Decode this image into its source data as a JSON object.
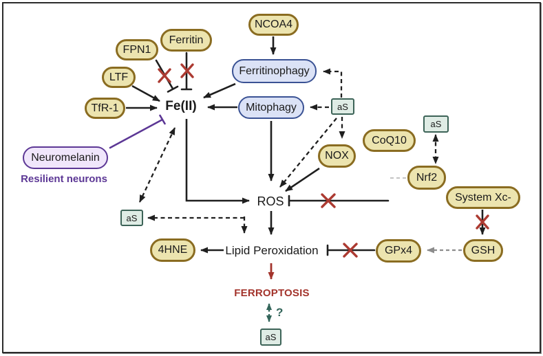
{
  "diagram": {
    "description": "Ferroptosis pathway diagram with iron regulation, ROS and lipid peroxidation",
    "nodes": {
      "ncoa4": {
        "label": "NCOA4",
        "kind": "protein-tan"
      },
      "ferritin": {
        "label": "Ferritin",
        "kind": "protein-tan"
      },
      "fpn1": {
        "label": "FPN1",
        "kind": "protein-tan"
      },
      "ltf": {
        "label": "LTF",
        "kind": "protein-tan"
      },
      "tfr1": {
        "label": "TfR-1",
        "kind": "protein-tan"
      },
      "ferritinophagy": {
        "label": "Ferritinophagy",
        "kind": "process-blue"
      },
      "mitophagy": {
        "label": "Mitophagy",
        "kind": "process-blue"
      },
      "neuromelanin": {
        "label": "Neuromelanin",
        "kind": "pigment-purple"
      },
      "nox": {
        "label": "NOX",
        "kind": "protein-tan"
      },
      "coq10": {
        "label": "CoQ10",
        "kind": "protein-tan"
      },
      "nrf2": {
        "label": "Nrf2",
        "kind": "protein-tan"
      },
      "system_xc": {
        "label": "System Xc-",
        "kind": "protein-tan"
      },
      "gsh": {
        "label": "GSH",
        "kind": "protein-tan"
      },
      "gpx4": {
        "label": "GPx4",
        "kind": "protein-tan"
      },
      "hne4": {
        "label": "4HNE",
        "kind": "protein-tan"
      },
      "as_top": {
        "label": "aS",
        "kind": "alpha-synuclein-green"
      },
      "as_right": {
        "label": "aS",
        "kind": "alpha-synuclein-green"
      },
      "as_left": {
        "label": "aS",
        "kind": "alpha-synuclein-green"
      },
      "as_bottom": {
        "label": "aS",
        "kind": "alpha-synuclein-green"
      }
    },
    "labels": {
      "fe2": "Fe(II)",
      "ros": "ROS",
      "lipid_peroxidation": "Lipid Peroxidation",
      "ferroptosis": "FERROPTOSIS",
      "resilient_neurons": "Resilient neurons",
      "question": "?"
    },
    "edges": [
      {
        "from": "NCOA4",
        "to": "Ferritinophagy",
        "type": "activation-solid"
      },
      {
        "from": "Ferritinophagy",
        "to": "Fe(II)",
        "type": "activation-solid"
      },
      {
        "from": "Mitophagy",
        "to": "Fe(II)",
        "type": "activation-solid"
      },
      {
        "from": "LTF",
        "to": "Fe(II)",
        "type": "activation-solid"
      },
      {
        "from": "TfR-1",
        "to": "Fe(II)",
        "type": "activation-solid"
      },
      {
        "from": "FPN1",
        "to": "Fe(II)",
        "type": "inhibition-blocked-red-x"
      },
      {
        "from": "Ferritin",
        "to": "Fe(II)",
        "type": "inhibition-blocked-red-x"
      },
      {
        "from": "Neuromelanin",
        "to": "Fe(II)",
        "type": "inhibition-purple"
      },
      {
        "from": "Fe(II)",
        "to": "aS-left",
        "type": "dashed-double-headed"
      },
      {
        "from": "Fe(II)",
        "to": "ROS",
        "type": "activation-solid"
      },
      {
        "from": "Mitophagy",
        "to": "ROS",
        "type": "activation-solid"
      },
      {
        "from": "aS-top",
        "to": "Ferritinophagy",
        "type": "dashed-arrow"
      },
      {
        "from": "aS-top",
        "to": "Mitophagy",
        "type": "dashed-arrow"
      },
      {
        "from": "aS-top",
        "to": "NOX",
        "type": "dashed-arrow"
      },
      {
        "from": "aS-top",
        "to": "ROS",
        "type": "dashed-arrow"
      },
      {
        "from": "NOX",
        "to": "ROS",
        "type": "activation-solid"
      },
      {
        "from": "CoQ10",
        "to": "ROS",
        "type": "inhibition-blocked-red-x"
      },
      {
        "from": "Nrf2",
        "to": "CoQ10-line",
        "type": "dashed-gray-link"
      },
      {
        "from": "aS-right",
        "to": "Nrf2",
        "type": "dashed-double-headed"
      },
      {
        "from": "System Xc-",
        "to": "GSH",
        "type": "activation-blocked-red-x"
      },
      {
        "from": "GSH",
        "to": "GPx4",
        "type": "dashed-gray-arrow"
      },
      {
        "from": "GPx4",
        "to": "Lipid Peroxidation",
        "type": "inhibition-blocked-red-x"
      },
      {
        "from": "ROS",
        "to": "Lipid Peroxidation",
        "type": "activation-solid"
      },
      {
        "from": "Lipid Peroxidation",
        "to": "4HNE",
        "type": "activation-solid"
      },
      {
        "from": "Lipid Peroxidation",
        "to": "FERROPTOSIS",
        "type": "activation-red"
      },
      {
        "from": "aS-left",
        "to": "Lipid Peroxidation",
        "type": "dashed-double-headed"
      },
      {
        "from": "FERROPTOSIS",
        "to": "aS-bottom",
        "type": "dashed-double-headed-teal-questioned"
      }
    ],
    "colors": {
      "tan_fill": "#ece4af",
      "tan_border": "#8a6c21",
      "blue_fill": "#dbe2f6",
      "blue_border": "#3a5294",
      "purple_fill": "#f0e6fb",
      "purple_border": "#5c3795",
      "green_fill": "#dfece5",
      "green_border": "#3c6357",
      "edge_black": "#1f1f1f",
      "edge_gray": "#8c8c8c",
      "red_accent": "#a3342c",
      "red_x": "#ac3a31",
      "teal_accent": "#33655a",
      "frame_border": "#2b2b2b"
    }
  }
}
